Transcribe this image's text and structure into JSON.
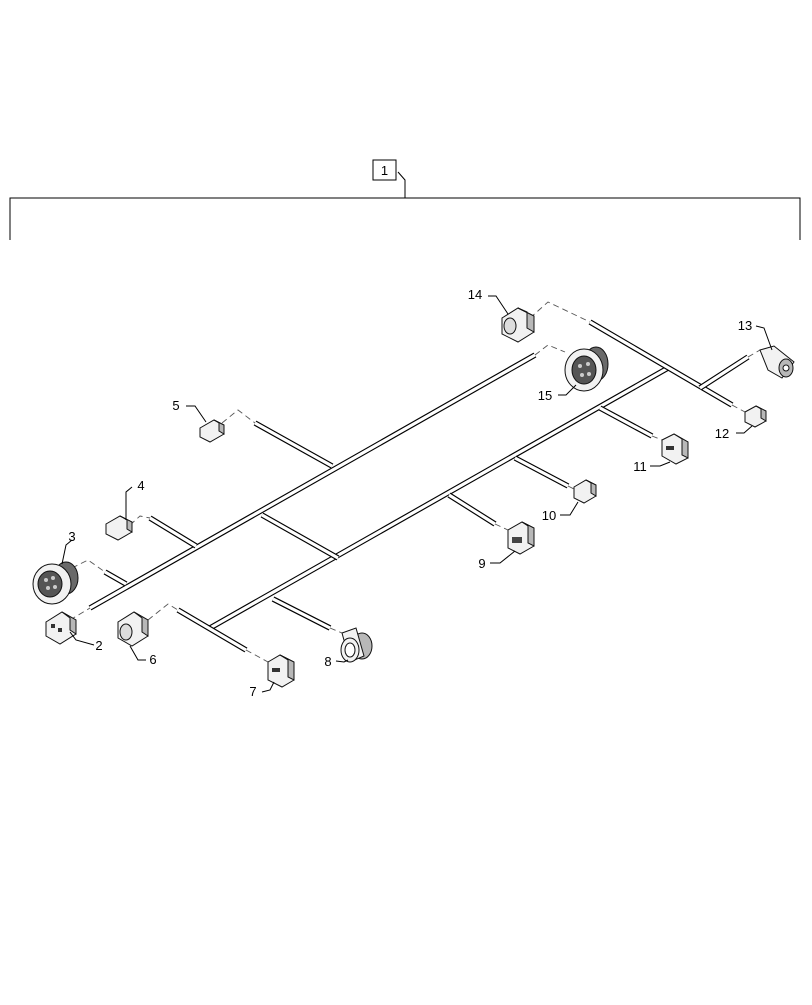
{
  "diagram": {
    "assembly_callout": "1",
    "callouts": [
      {
        "id": "c2",
        "label": "2"
      },
      {
        "id": "c3",
        "label": "3"
      },
      {
        "id": "c4",
        "label": "4"
      },
      {
        "id": "c5",
        "label": "5"
      },
      {
        "id": "c6",
        "label": "6"
      },
      {
        "id": "c7",
        "label": "7"
      },
      {
        "id": "c8",
        "label": "8"
      },
      {
        "id": "c9",
        "label": "9"
      },
      {
        "id": "c10",
        "label": "10"
      },
      {
        "id": "c11",
        "label": "11"
      },
      {
        "id": "c12",
        "label": "12"
      },
      {
        "id": "c13",
        "label": "13"
      },
      {
        "id": "c14",
        "label": "14"
      },
      {
        "id": "c15",
        "label": "15"
      }
    ]
  }
}
